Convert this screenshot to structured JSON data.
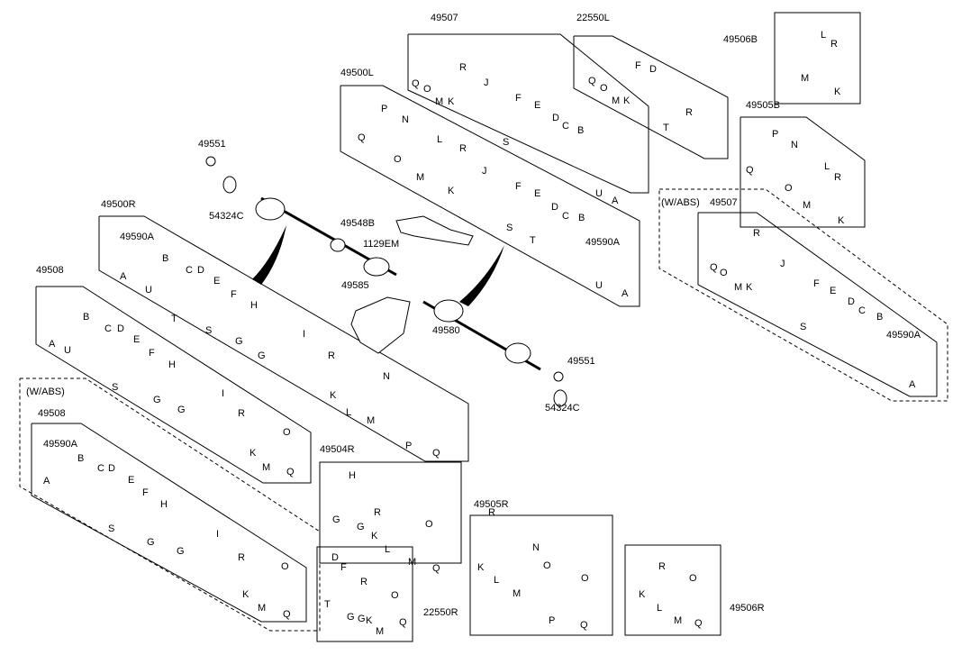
{
  "diagram": {
    "callouts": [
      "49507",
      "22550L",
      "49506B",
      "49500L",
      "49505B",
      "(W/ABS)",
      "49507",
      "49551",
      "54324C",
      "49548B",
      "1129EM",
      "49500R",
      "49585",
      "49580",
      "49551",
      "54324C",
      "49508",
      "(W/ABS)",
      "49508",
      "49504R",
      "49505R",
      "22550R",
      "49506R",
      "49590A",
      "49590A",
      "49590A",
      "49590A"
    ],
    "letters": [
      "R",
      "Q",
      "O",
      "M",
      "K",
      "J",
      "F",
      "E",
      "S",
      "D",
      "C",
      "B",
      "U",
      "A",
      "Q",
      "P",
      "N",
      "O",
      "M",
      "L",
      "R",
      "K",
      "J",
      "F",
      "E",
      "S",
      "D",
      "T",
      "C",
      "B",
      "U",
      "A",
      "Q",
      "O",
      "M",
      "K",
      "F",
      "D",
      "T",
      "R",
      "L",
      "R",
      "M",
      "K",
      "P",
      "N",
      "Q",
      "O",
      "M",
      "L",
      "R",
      "K",
      "R",
      "Q",
      "O",
      "M",
      "K",
      "J",
      "F",
      "E",
      "D",
      "C",
      "B",
      "S",
      "A",
      "B",
      "A",
      "U",
      "C",
      "D",
      "E",
      "F",
      "H",
      "T",
      "S",
      "G",
      "G",
      "I",
      "R",
      "K",
      "L",
      "N",
      "M",
      "P",
      "Q",
      "A",
      "U",
      "B",
      "C",
      "D",
      "E",
      "F",
      "H",
      "S",
      "G",
      "G",
      "I",
      "R",
      "K",
      "M",
      "O",
      "Q",
      "A",
      "B",
      "C",
      "D",
      "E",
      "F",
      "H",
      "S",
      "G",
      "G",
      "I",
      "R",
      "K",
      "M",
      "O",
      "Q",
      "H",
      "G",
      "G",
      "R",
      "K",
      "L",
      "O",
      "M",
      "Q",
      "D",
      "F",
      "R",
      "T",
      "G",
      "G",
      "K",
      "M",
      "O",
      "Q",
      "R",
      "K",
      "L",
      "N",
      "M",
      "O",
      "P",
      "O",
      "Q",
      "R",
      "K",
      "L",
      "O",
      "M",
      "Q"
    ]
  }
}
